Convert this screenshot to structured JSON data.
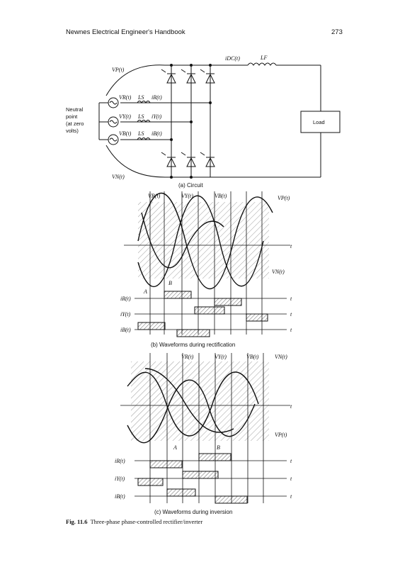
{
  "header": {
    "title": "Newnes Electrical Engineer's Handbook",
    "page_number": "273"
  },
  "circuit": {
    "vp": "VP(t)",
    "vn": "VN(t)",
    "idc": "iDC(t)",
    "lf": "LF",
    "neutral": [
      "Neutral",
      "point",
      "(at zero",
      "volts)"
    ],
    "phases": [
      {
        "v": "VR(t)",
        "l": "LS",
        "i": "iR(t)"
      },
      {
        "v": "VY(t)",
        "l": "LS",
        "i": "iY(t)"
      },
      {
        "v": "VB(t)",
        "l": "LS",
        "i": "iB(t)"
      }
    ],
    "load": "Load"
  },
  "sub_a": "(a) Circuit",
  "wave_b": {
    "top_labels": [
      "VR(t)",
      "VY(t)",
      "VB(t)",
      "VP(t)"
    ],
    "vn": "VN(t)",
    "t": "t",
    "A": "A",
    "B": "B",
    "currents": [
      "iR(t)",
      "iY(t)",
      "iB(t)"
    ]
  },
  "sub_b": "(b) Waveforms during rectification",
  "wave_c": {
    "top_labels": [
      "VR(t)",
      "VY(t)",
      "VB(t)",
      "VN(t)"
    ],
    "vp": "VP(t)",
    "t": "t",
    "A": "A",
    "B": "B",
    "currents": [
      "iR(t)",
      "iY(t)",
      "iB(t)"
    ]
  },
  "sub_c": "(c) Waveforms during inversion",
  "figure_caption": {
    "label": "Fig. 11.6",
    "text": "Three-phase phase-controlled rectifier/inverter"
  }
}
